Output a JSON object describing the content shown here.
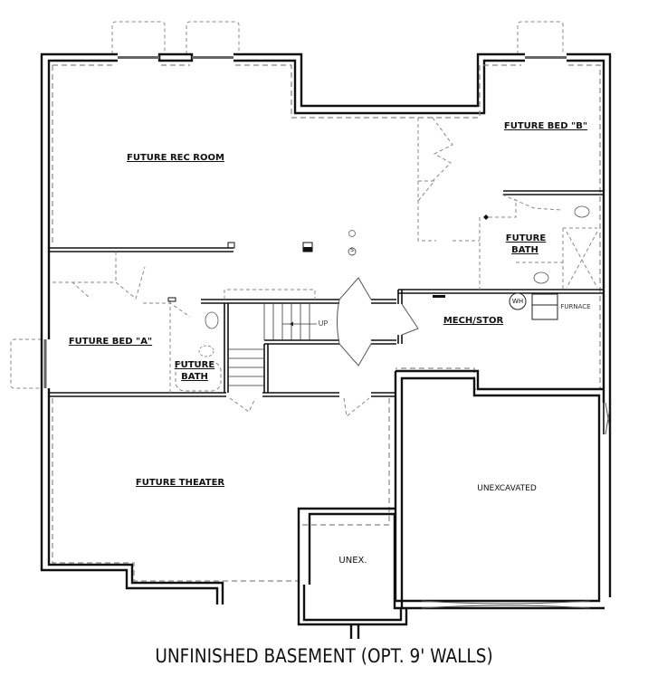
{
  "title": "UNFINISHED BASEMENT (OPT. 9' WALLS)",
  "rooms": {
    "rec_room": "FUTURE REC ROOM",
    "bed_b": "FUTURE BED \"B\"",
    "bath_b_line1": "FUTURE",
    "bath_b_line2": "BATH",
    "bed_a": "FUTURE BED \"A\"",
    "bath_a_line1": "FUTURE",
    "bath_a_line2": "BATH",
    "mech": "MECH/STOR",
    "theater": "FUTURE THEATER",
    "unexcavated": "UNEXCAVATED",
    "unex": "UNEX."
  },
  "fixtures": {
    "stairs_direction": "UP",
    "water_heater": "WH",
    "furnace": "FURNACE",
    "sump_pump": "S"
  },
  "colors": {
    "wall": "#111111",
    "dashed_outline": "#888888",
    "window": "#666666"
  }
}
